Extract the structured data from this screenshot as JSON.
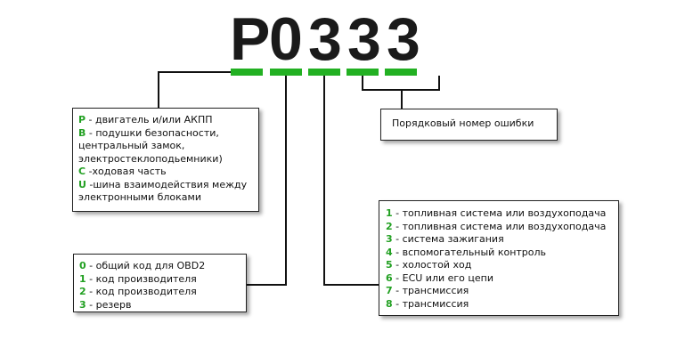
{
  "code": {
    "chars": [
      "P",
      "0",
      "3",
      "3",
      "3"
    ],
    "color": "#1a1a1a",
    "segment_color": "#22b022"
  },
  "letter_box": {
    "lines": [
      {
        "key": "P",
        "text": " - двигатель и/или АКПП"
      },
      {
        "key": "B",
        "text": " - подушки безопасности,"
      },
      {
        "key": "",
        "text": "центральный замок,"
      },
      {
        "key": "",
        "text": "электростеклоподьемники)"
      },
      {
        "key": "C",
        "text": " -ходовая часть"
      },
      {
        "key": "U",
        "text": " -шина взаимодействия между"
      },
      {
        "key": "",
        "text": "электронными блоками"
      }
    ]
  },
  "digit1_box": {
    "lines": [
      {
        "key": "0",
        "text": " - общий код для OBD2"
      },
      {
        "key": "1",
        "text": " - код производителя"
      },
      {
        "key": "2",
        "text": " - код производителя"
      },
      {
        "key": "3",
        "text": " - резерв"
      }
    ]
  },
  "number_box": {
    "text": "Порядковый номер ошибки"
  },
  "digit2_box": {
    "lines": [
      {
        "key": "1",
        "text": " - топливная система или воздухоподача"
      },
      {
        "key": "2",
        "text": " - топливная система или воздухоподача"
      },
      {
        "key": "3",
        "text": " - система зажигания"
      },
      {
        "key": "4",
        "text": " - вспомогательный контроль"
      },
      {
        "key": "5",
        "text": " - холостой ход"
      },
      {
        "key": "6",
        "text": " - ECU или его цепи"
      },
      {
        "key": "7",
        "text": " - трансмиссия"
      },
      {
        "key": "8",
        "text": " - трансмиссия"
      }
    ]
  },
  "key_color": "#22a022"
}
